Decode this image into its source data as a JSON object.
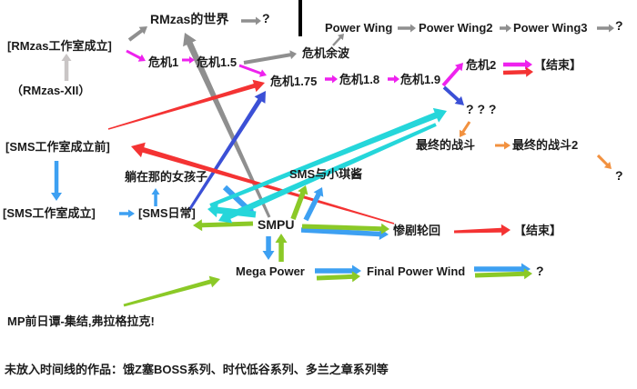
{
  "diagram": {
    "title_hint": "timeline-flowchart",
    "background": "#ffffff",
    "palette": {
      "gray": "#8f8f8f",
      "silver": "#c9c5c5",
      "magenta": "#ee22ee",
      "red": "#f43333",
      "blue": "#3da0f2",
      "royalblue": "#3b50d6",
      "cyan": "#25d6da",
      "green": "#8bc927",
      "orange": "#f2913f",
      "text": "#1b1b1b"
    },
    "nodes": [
      {
        "id": "rmzas-world",
        "label": "RMzas的世界"
      },
      {
        "id": "q-rmzas",
        "label": "?"
      },
      {
        "id": "rmzas-founding",
        "label": "[RMzas工作室成立]"
      },
      {
        "id": "rmzas-xii",
        "label": "（RMzas-XII）"
      },
      {
        "id": "crisis1",
        "label": "危机1"
      },
      {
        "id": "crisis1-5",
        "label": "危机1.5"
      },
      {
        "id": "crisis-aftermath",
        "label": "危机余波"
      },
      {
        "id": "crisis1-75",
        "label": "危机1.75"
      },
      {
        "id": "crisis1-8",
        "label": "危机1.8"
      },
      {
        "id": "crisis1-9",
        "label": "危机1.9"
      },
      {
        "id": "crisis2",
        "label": "危机2"
      },
      {
        "id": "end-top",
        "label": "【结束】"
      },
      {
        "id": "power-wing",
        "label": "Power Wing"
      },
      {
        "id": "power-wing2",
        "label": "Power Wing2"
      },
      {
        "id": "power-wing3",
        "label": "Power Wing3"
      },
      {
        "id": "q-power-wing",
        "label": "?"
      },
      {
        "id": "qqq",
        "label": "? ? ?"
      },
      {
        "id": "final-battle",
        "label": "最终的战斗"
      },
      {
        "id": "final-battle2",
        "label": "最终的战斗2"
      },
      {
        "id": "q-final-battle2",
        "label": "?"
      },
      {
        "id": "sms-pre-founding",
        "label": "[SMS工作室成立前]"
      },
      {
        "id": "lying-girl",
        "label": "躺在那的女孩子"
      },
      {
        "id": "sms-kiki",
        "label": "SMS与小琪酱"
      },
      {
        "id": "sms-founding",
        "label": "[SMS工作室成立]"
      },
      {
        "id": "sms-diary",
        "label": "[SMS日常]"
      },
      {
        "id": "smpu",
        "label": "SMPU"
      },
      {
        "id": "tragedy-cycle",
        "label": "惨剧轮回"
      },
      {
        "id": "end-bottom",
        "label": "【结束】"
      },
      {
        "id": "mega-power",
        "label": "Mega Power"
      },
      {
        "id": "final-power-wind",
        "label": "Final Power Wind"
      },
      {
        "id": "q-final-power-wind",
        "label": "?"
      },
      {
        "id": "mp-prequel",
        "label": "MP前日谭-集结,弗拉格拉克!"
      },
      {
        "id": "footnote",
        "label": "未放入时间线的作品：饿Z塞BOSS系列、时代低谷系列、多兰之章系列等"
      }
    ],
    "edges": [
      {
        "from": "rmzas-founding",
        "to": "rmzas-world",
        "color": "gray"
      },
      {
        "from": "rmzas-world",
        "to": "q-rmzas",
        "color": "gray"
      },
      {
        "from": "crisis1-5",
        "to": "crisis-aftermath",
        "color": "gray"
      },
      {
        "from": "crisis-aftermath",
        "to": "power-wing",
        "color": "gray"
      },
      {
        "from": "power-wing",
        "to": "power-wing2",
        "color": "gray"
      },
      {
        "from": "power-wing2",
        "to": "power-wing3",
        "color": "gray"
      },
      {
        "from": "power-wing3",
        "to": "q-power-wing",
        "color": "gray"
      },
      {
        "from": "smpu",
        "to": "rmzas-world",
        "color": "gray"
      },
      {
        "from": "rmzas-xii",
        "to": "rmzas-founding",
        "color": "silver"
      },
      {
        "from": "rmzas-founding",
        "to": "crisis1",
        "color": "magenta"
      },
      {
        "from": "crisis1",
        "to": "crisis1-5",
        "color": "magenta"
      },
      {
        "from": "crisis1-5",
        "to": "crisis1-75",
        "color": "magenta"
      },
      {
        "from": "crisis1-75",
        "to": "crisis1-8",
        "color": "magenta"
      },
      {
        "from": "crisis1-8",
        "to": "crisis1-9",
        "color": "magenta"
      },
      {
        "from": "crisis1-9",
        "to": "crisis2",
        "color": "magenta"
      },
      {
        "from": "crisis2",
        "to": "end-top",
        "color": "magenta"
      },
      {
        "from": "crisis2",
        "to": "end-top",
        "color": "red"
      },
      {
        "from": "sms-diary",
        "to": "crisis1-75",
        "color": "royalblue"
      },
      {
        "from": "crisis1-9",
        "to": "qqq",
        "color": "royalblue"
      },
      {
        "from": "sms-pre-founding",
        "to": "crisis1-75",
        "color": "red"
      },
      {
        "from": "tragedy-cycle",
        "to": "sms-pre-founding",
        "color": "red"
      },
      {
        "from": "tragedy-cycle",
        "to": "end-bottom",
        "color": "red"
      },
      {
        "from": "qqq",
        "to": "final-battle",
        "color": "orange"
      },
      {
        "from": "final-battle",
        "to": "final-battle2",
        "color": "orange"
      },
      {
        "from": "final-battle2",
        "to": "q-final-battle2",
        "color": "orange"
      },
      {
        "from": "sms-pre-founding",
        "to": "sms-founding",
        "color": "blue"
      },
      {
        "from": "sms-founding",
        "to": "sms-diary",
        "color": "blue"
      },
      {
        "from": "sms-diary",
        "to": "lying-girl",
        "color": "blue"
      },
      {
        "from": "lying-girl",
        "to": "smpu",
        "color": "blue"
      },
      {
        "from": "smpu",
        "to": "mega-power",
        "color": "blue"
      },
      {
        "from": "mega-power",
        "to": "final-power-wind",
        "color": "blue"
      },
      {
        "from": "final-power-wind",
        "to": "q-final-power-wind",
        "color": "blue"
      },
      {
        "from": "smpu",
        "to": "sms-kiki",
        "color": "blue"
      },
      {
        "from": "smpu",
        "to": "tragedy-cycle",
        "color": "blue"
      },
      {
        "from": "mega-power",
        "to": "smpu",
        "color": "green"
      },
      {
        "from": "mega-power",
        "to": "final-power-wind",
        "color": "green"
      },
      {
        "from": "final-power-wind",
        "to": "q-final-power-wind",
        "color": "green"
      },
      {
        "from": "smpu",
        "to": "sms-kiki",
        "color": "green"
      },
      {
        "from": "smpu",
        "to": "tragedy-cycle",
        "color": "green"
      },
      {
        "from": "smpu",
        "to": "sms-diary",
        "color": "green"
      },
      {
        "from": "mp-prequel",
        "to": "mega-power",
        "color": "green"
      },
      {
        "from": "smpu",
        "to": "sms-diary",
        "color": "cyan"
      },
      {
        "from": "sms-diary",
        "to": "qqq",
        "color": "cyan"
      },
      {
        "from": "qqq",
        "to": "sms-diary",
        "color": "cyan"
      }
    ]
  }
}
